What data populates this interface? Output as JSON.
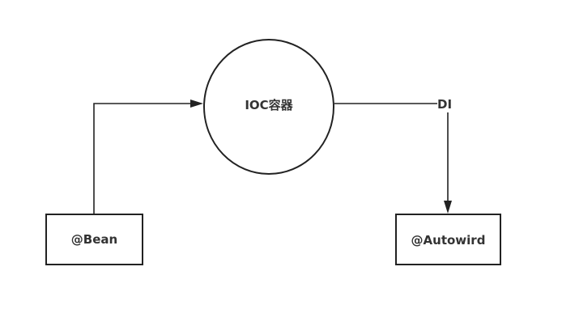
{
  "diagram": {
    "nodes": {
      "ioc": {
        "label": "IOC容器",
        "shape": "circle"
      },
      "bean": {
        "label": "@Bean",
        "shape": "rectangle"
      },
      "autowird": {
        "label": "@Autowird",
        "shape": "rectangle"
      }
    },
    "edges": {
      "bean_to_ioc": {
        "from": "bean",
        "to": "ioc",
        "label": ""
      },
      "ioc_to_autowird": {
        "from": "ioc",
        "to": "autowird",
        "label": "DI"
      }
    },
    "colors": {
      "stroke": "#222222",
      "text": "#333333",
      "background": "#ffffff"
    }
  }
}
